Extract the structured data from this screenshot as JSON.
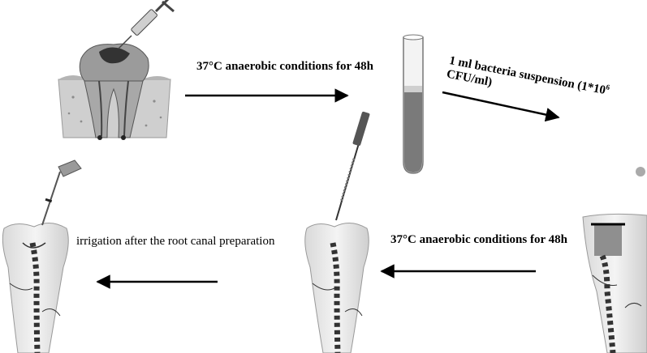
{
  "labels": {
    "step1": "37°C anaerobic conditions for 48h",
    "step2_line1": "1 ml bacteria suspension (1*10",
    "step2_exp": "6",
    "step2_line2": "CFU/ml)",
    "step3": "37°C anaerobic conditions for 48h",
    "step4": "irrigation after the root canal preparation"
  },
  "icons": [
    "syringe-icon",
    "tooth-cross-section-icon",
    "test-tube-icon",
    "filled-tooth-icon",
    "endodontic-file-icon",
    "irrigation-needle-icon",
    "prepared-tooth-icon"
  ],
  "colors": {
    "tube_fill": "#7a7a7a",
    "arrow": "#000000",
    "bullet": "#aaaaaa"
  }
}
